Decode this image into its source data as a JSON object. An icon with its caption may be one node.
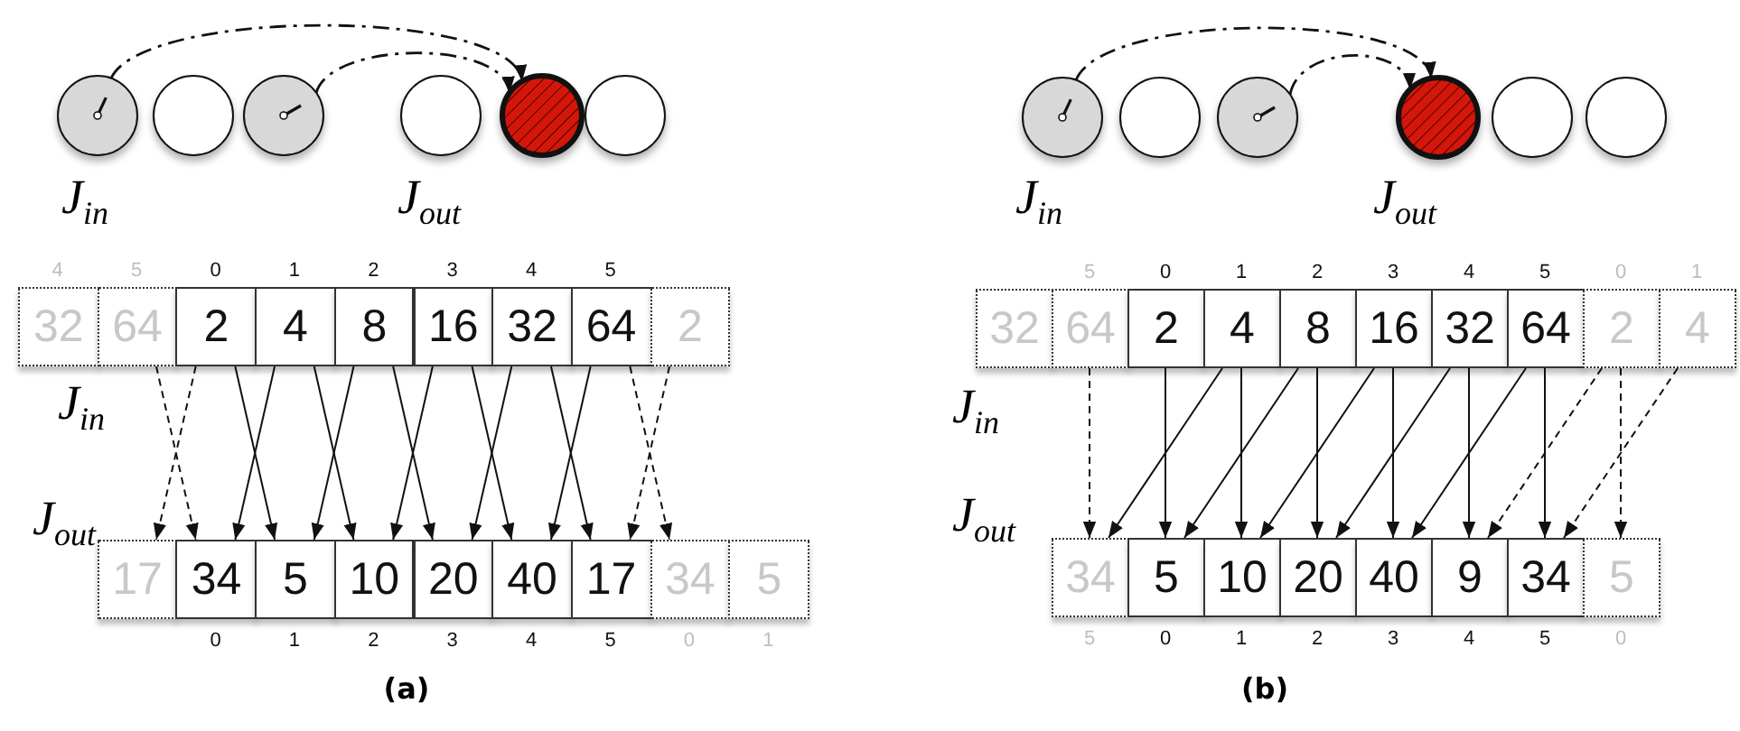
{
  "diagram": {
    "nodes": [
      {
        "text": [],
        "shape": "circle"
      },
      {
        "text": [],
        "shape": "circle"
      },
      {
        "text": [],
        "shape": "circle"
      },
      {
        "text": [],
        "shape": "circle"
      },
      {
        "text": [],
        "shape": "circle"
      },
      {
        "text": [],
        "shape": "circle"
      },
      {
        "text": [
          "32"
        ],
        "beside": [
          "4"
        ]
      },
      {
        "text": [
          "64"
        ],
        "beside": [
          "5"
        ]
      },
      {
        "text": [
          "2"
        ],
        "beside": [
          "0"
        ]
      },
      {
        "text": [
          "4"
        ],
        "beside": [
          "1"
        ]
      },
      {
        "text": [
          "8"
        ],
        "beside": [
          "2"
        ]
      },
      {
        "text": [
          "16"
        ],
        "beside": [
          "3"
        ]
      },
      {
        "text": [
          "32"
        ],
        "beside": [
          "4"
        ]
      },
      {
        "text": [
          "64"
        ],
        "beside": [
          "5"
        ]
      },
      {
        "text": [
          "2"
        ]
      },
      {
        "text": [
          "17"
        ]
      },
      {
        "text": [
          "34"
        ],
        "beside": [
          "0"
        ]
      },
      {
        "text": [
          "5"
        ],
        "beside": [
          "1"
        ]
      },
      {
        "text": [
          "10"
        ],
        "beside": [
          "2"
        ]
      },
      {
        "text": [
          "20"
        ],
        "beside": [
          "3"
        ]
      },
      {
        "text": [
          "40"
        ],
        "beside": [
          "4"
        ]
      },
      {
        "text": [
          "17"
        ],
        "beside": [
          "5"
        ]
      },
      {
        "text": [
          "34"
        ],
        "beside": [
          "0"
        ]
      },
      {
        "text": [
          "5"
        ],
        "beside": [
          "1"
        ]
      },
      {
        "text": [],
        "shape": "circle"
      },
      {
        "text": [],
        "shape": "circle"
      },
      {
        "text": [],
        "shape": "circle"
      },
      {
        "text": [],
        "shape": "circle"
      },
      {
        "text": [],
        "shape": "circle"
      },
      {
        "text": [],
        "shape": "circle"
      },
      {
        "text": [
          "32"
        ]
      },
      {
        "text": [
          "64"
        ],
        "beside": [
          "5"
        ]
      },
      {
        "text": [
          "2"
        ],
        "beside": [
          "0"
        ]
      },
      {
        "text": [
          "4"
        ],
        "beside": [
          "1"
        ]
      },
      {
        "text": [
          "8"
        ],
        "beside": [
          "2"
        ]
      },
      {
        "text": [
          "16"
        ],
        "beside": [
          "3"
        ]
      },
      {
        "text": [
          "32"
        ],
        "beside": [
          "4"
        ]
      },
      {
        "text": [
          "64"
        ],
        "beside": [
          "5"
        ]
      },
      {
        "text": [
          "2"
        ],
        "beside": [
          "0"
        ]
      },
      {
        "text": [
          "4"
        ],
        "beside": [
          "1"
        ]
      },
      {
        "text": [
          "34"
        ],
        "beside": [
          "5"
        ]
      },
      {
        "text": [
          "5"
        ],
        "beside": [
          "0"
        ]
      },
      {
        "text": [
          "10"
        ],
        "beside": [
          "1"
        ]
      },
      {
        "text": [
          "20"
        ],
        "beside": [
          "2"
        ]
      },
      {
        "text": [
          "40"
        ],
        "beside": [
          "3"
        ]
      },
      {
        "text": [
          "9"
        ],
        "beside": [
          "4"
        ]
      },
      {
        "text": [
          "34"
        ],
        "beside": [
          "5"
        ]
      },
      {
        "text": [
          "5"
        ],
        "beside": [
          "0"
        ]
      }
    ],
    "edges": [
      {
        "from": 0,
        "to": 4,
        "arrow": "to",
        "style": "dashed"
      },
      {
        "from": 2,
        "to": 4,
        "arrow": "to",
        "style": "dashed"
      },
      {
        "from": 7,
        "to": 16,
        "arrow": "to",
        "style": "dashed"
      },
      {
        "from": 8,
        "to": 15,
        "arrow": "to",
        "style": "dashed"
      },
      {
        "from": 8,
        "to": 17,
        "arrow": "to"
      },
      {
        "from": 9,
        "to": 16,
        "arrow": "to"
      },
      {
        "from": 9,
        "to": 18,
        "arrow": "to"
      },
      {
        "from": 10,
        "to": 17,
        "arrow": "to"
      },
      {
        "from": 10,
        "to": 19,
        "arrow": "to"
      },
      {
        "from": 11,
        "to": 18,
        "arrow": "to"
      },
      {
        "from": 11,
        "to": 20,
        "arrow": "to"
      },
      {
        "from": 12,
        "to": 19,
        "arrow": "to"
      },
      {
        "from": 12,
        "to": 21,
        "arrow": "to"
      },
      {
        "from": 13,
        "to": 20,
        "arrow": "to"
      },
      {
        "from": 13,
        "to": 22,
        "arrow": "to",
        "style": "dashed"
      },
      {
        "from": 14,
        "to": 21,
        "arrow": "to",
        "style": "dashed"
      },
      {
        "from": 24,
        "to": 27,
        "arrow": "to",
        "style": "dashed"
      },
      {
        "from": 26,
        "to": 27,
        "arrow": "to",
        "style": "dashed"
      },
      {
        "from": 31,
        "to": 40,
        "arrow": "to",
        "style": "dashed"
      },
      {
        "from": 32,
        "to": 41,
        "arrow": "to"
      },
      {
        "from": 33,
        "to": 40,
        "arrow": "to"
      },
      {
        "from": 33,
        "to": 42,
        "arrow": "to"
      },
      {
        "from": 34,
        "to": 41,
        "arrow": "to"
      },
      {
        "from": 34,
        "to": 43,
        "arrow": "to"
      },
      {
        "from": 35,
        "to": 42,
        "arrow": "to"
      },
      {
        "from": 35,
        "to": 44,
        "arrow": "to"
      },
      {
        "from": 36,
        "to": 43,
        "arrow": "to"
      },
      {
        "from": 36,
        "to": 45,
        "arrow": "to"
      },
      {
        "from": 37,
        "to": 44,
        "arrow": "to"
      },
      {
        "from": 37,
        "to": 46,
        "arrow": "to"
      },
      {
        "from": 38,
        "to": 45,
        "arrow": "to",
        "style": "dashed"
      },
      {
        "from": 38,
        "to": 47,
        "arrow": "to",
        "style": "dashed"
      },
      {
        "from": 39,
        "to": 46,
        "arrow": "to",
        "style": "dashed"
      }
    ],
    "labels": [
      "J$_{in}$",
      "J$_{out}$",
      "J$_{in}$",
      "J$_{out}$",
      "(a)",
      "J$_{in}$",
      "J$_{out}$",
      "J$_{in}$",
      "J$_{out}$",
      "(b)"
    ]
  }
}
